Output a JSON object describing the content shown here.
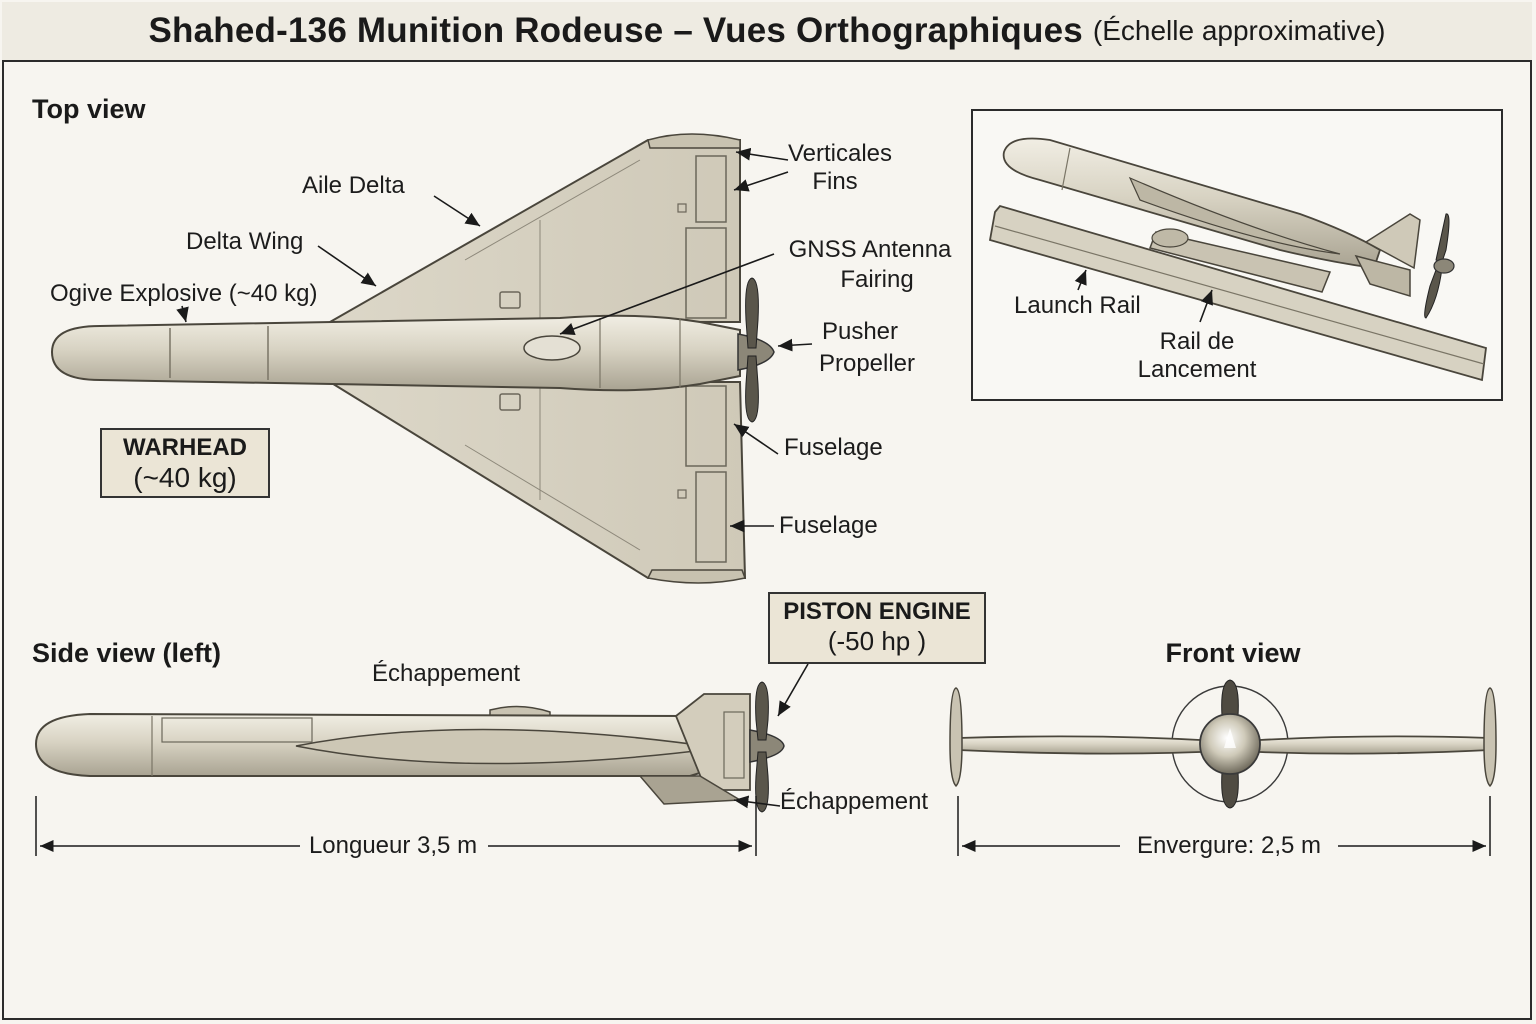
{
  "title": {
    "main": "Shahed-136 Munition Rodeuse – Vues Orthographiques",
    "sub": "(Échelle approximative)"
  },
  "top_view": {
    "heading": "Top view",
    "labels": {
      "aile_delta": "Aile Delta",
      "delta_wing": "Delta Wing",
      "ogive": "Ogive Explosive (~40 kg)",
      "verticales": "Verticales",
      "fins": "Fins",
      "gnss_1": "GNSS Antenna",
      "gnss_2": "Fairing",
      "pusher": "Pusher",
      "propeller": "Propeller",
      "fuselage_1": "Fuselage",
      "fuselage_2": "Fuselage"
    },
    "warhead_box": {
      "line1": "WARHEAD",
      "line2": "(~40 kg)"
    }
  },
  "inset": {
    "launch_rail": "Launch Rail",
    "rail_de": "Rail de",
    "lancement": "Lancement"
  },
  "side_view": {
    "heading": "Side view (left)",
    "echappement_top": "Échappement",
    "echappement_bottom": "Échappement",
    "engine_box": {
      "line1": "PISTON ENGINE",
      "line2": "(-50 hp )"
    },
    "length_label": "Longueur 3,5 m"
  },
  "front_view": {
    "heading": "Front view",
    "span_label": "Envergure: 2,5 m"
  },
  "colors": {
    "background": "#f7f5f0",
    "aircraft_fill": "#d9d4c4",
    "aircraft_dark": "#8a8574",
    "label_box": "#ebe5d6",
    "outline": "#2b2b2b"
  }
}
